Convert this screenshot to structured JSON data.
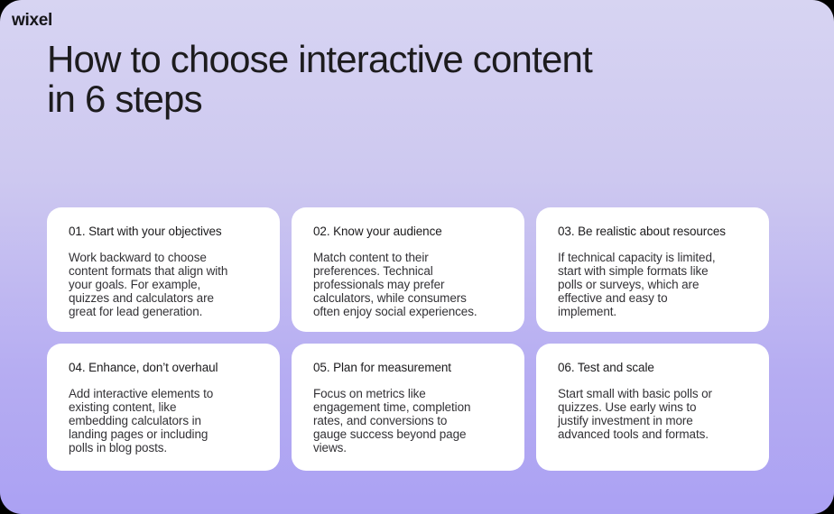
{
  "page": {
    "outside_bg": "#000000",
    "bg_gradient_top": "#d7d4f2",
    "bg_gradient_bottom": "#aba1f3",
    "card_bg": "#ffffff",
    "text_color": "#1d1c1e"
  },
  "header": {
    "logo": "wixel",
    "title": "How to choose interactive content\nin 6 steps"
  },
  "cards": [
    {
      "heading": "01. Start with your objectives",
      "body": "Work backward to choose\ncontent formats that align with\nyour goals. For example,\nquizzes and calculators are\ngreat for lead generation."
    },
    {
      "heading": "02. Know your audience",
      "body": "Match content to their\npreferences. Technical\nprofessionals may prefer\ncalculators, while consumers\noften enjoy social experiences."
    },
    {
      "heading": "03. Be realistic about resources",
      "body": "If technical capacity is limited,\nstart with simple formats like\npolls or surveys, which are\neffective and easy to\nimplement."
    },
    {
      "heading": "04. Enhance, don’t overhaul",
      "body": "Add interactive elements to\nexisting content, like\nembedding calculators in\nlanding pages or including\npolls in blog posts."
    },
    {
      "heading": "05. Plan for measurement",
      "body": "Focus on metrics like\nengagement time, completion\nrates, and conversions to\ngauge success beyond page\nviews."
    },
    {
      "heading": "06. Test and scale",
      "body": "Start small with basic polls or\nquizzes. Use early wins to\njustify investment in more\nadvanced tools and formats."
    }
  ]
}
